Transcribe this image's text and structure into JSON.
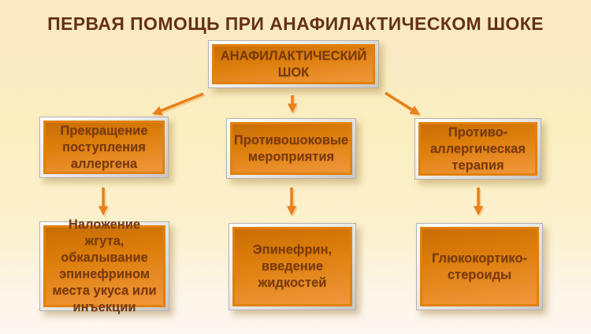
{
  "page": {
    "title": "ПЕРВАЯ ПОМОЩЬ ПРИ АНАФИЛАКТИЧЕСКОМ ШОКЕ"
  },
  "diagram": {
    "type": "flowchart",
    "root": {
      "label": "АНАФИЛАКТИЧЕСКИЙ ШОК"
    },
    "branches": [
      {
        "label": "Прекращение поступления аллергена",
        "child": {
          "label": "Наложение жгута, обкалывание эпинефрином места укуса или инъекции"
        }
      },
      {
        "label": "Противошоковые мероприятия",
        "child": {
          "label": "Эпинефрин, введение жидкостей"
        }
      },
      {
        "label": "Противо-аллергическая терапия",
        "child": {
          "label": "Глюкокортико-стероиды"
        }
      }
    ],
    "connectors": [
      "root-to-branch-1",
      "root-to-branch-2",
      "root-to-branch-3",
      "branch-1-to-child",
      "branch-2-to-child",
      "branch-3-to-child"
    ]
  },
  "colors": {
    "background_top": "#f9e9c4",
    "background_bottom": "#fdf7f1",
    "title_text": "#663214",
    "node_text": "#793a0e",
    "node_fill_top": "#c86d05",
    "node_fill_bottom": "#f0973b",
    "node_inner_border": "#e0810e",
    "node_frame": "#e9e8e6",
    "arrow": "#e8801b"
  }
}
